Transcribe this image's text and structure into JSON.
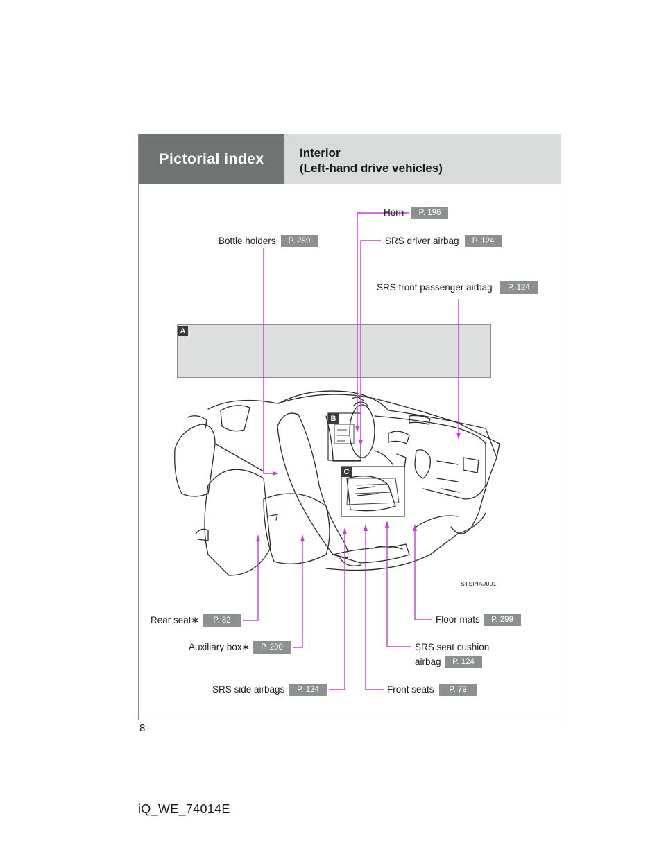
{
  "header": {
    "section": "Pictorial index",
    "title_line1": "Interior",
    "title_line2": "(Left-hand drive vehicles)"
  },
  "tags": {
    "a": "A",
    "b": "B",
    "c": "C"
  },
  "figure_code": "STSPIAJ001",
  "callouts": {
    "horn": {
      "label": "Horn",
      "page": "P. 196"
    },
    "bottle_holders": {
      "label": "Bottle holders",
      "page": "P. 289"
    },
    "srs_driver_airbag": {
      "label": "SRS driver airbag",
      "page": "P. 124"
    },
    "srs_front_passenger_airbag": {
      "label": "SRS front passenger airbag",
      "page": "P. 124"
    },
    "rear_seat": {
      "label": "Rear seat∗",
      "page": "P. 82"
    },
    "auxiliary_box": {
      "label": "Auxiliary box∗",
      "page": "P. 290"
    },
    "srs_side_airbags": {
      "label": "SRS side airbags",
      "page": "P. 124"
    },
    "floor_mats": {
      "label": "Floor mats",
      "page": "P. 299"
    },
    "srs_seat_cushion_airbag": {
      "label_line1": "SRS seat cushion",
      "label_line2": "airbag",
      "page": "P. 124"
    },
    "front_seats": {
      "label": "Front seats",
      "page": "P. 79"
    }
  },
  "page_number": "8",
  "document_code": "iQ_WE_74014E",
  "colors": {
    "leader": "#c23fd6",
    "header_dark": "#6f7472",
    "header_light": "#d7dbd9",
    "badge": "#8c918f"
  }
}
